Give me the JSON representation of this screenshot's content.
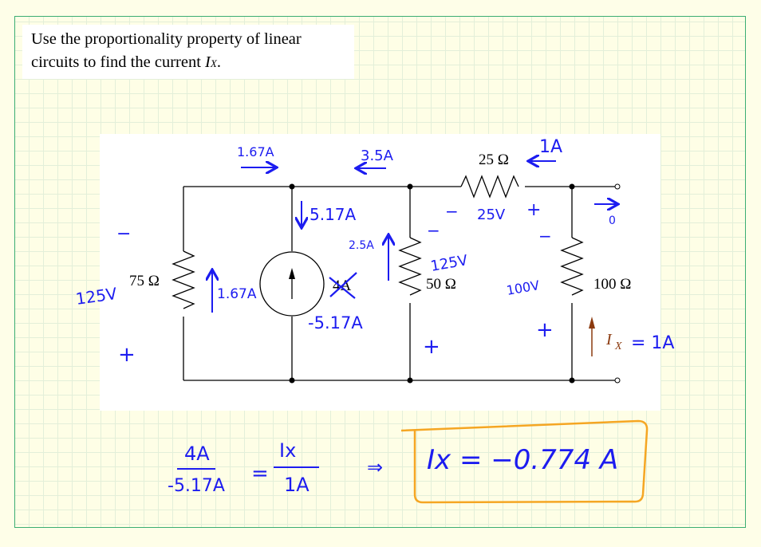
{
  "problem": {
    "line1": "Use the proportionality property of linear",
    "line2": "circuits to find the current ",
    "var": "I",
    "var_sub": "X",
    "period": "."
  },
  "circuit": {
    "components": {
      "r75": "75 Ω",
      "r50": "50 Ω",
      "r25": "25 Ω",
      "r100": "100 Ω",
      "source": "4A"
    },
    "ix_label": "I",
    "ix_sub": "X"
  },
  "annotations": {
    "i_top_left": "1.67A",
    "i_top_mid": "3.5A",
    "i_top_right": "1A",
    "i_source_down": "5.17A",
    "i_50": "2.5A",
    "i_75": "1.67A",
    "source_new": "-5.17A",
    "v75": "125V",
    "v50": "125V",
    "v25": "25V",
    "v100": "100V",
    "minus": "−",
    "plus": "+",
    "ix_value": "= 1A",
    "output_zero": "0"
  },
  "solution": {
    "num_left": "4A",
    "den_left": "-5.17A",
    "equals": "=",
    "num_right": "Ix",
    "den_right": "1A",
    "implies": "⇒",
    "result": "Ix = −0.774 A"
  },
  "colors": {
    "ink": "#1c1cf0",
    "box": "#f5a623",
    "ix_arrow": "#8b3a0f",
    "border": "#3cae72"
  }
}
